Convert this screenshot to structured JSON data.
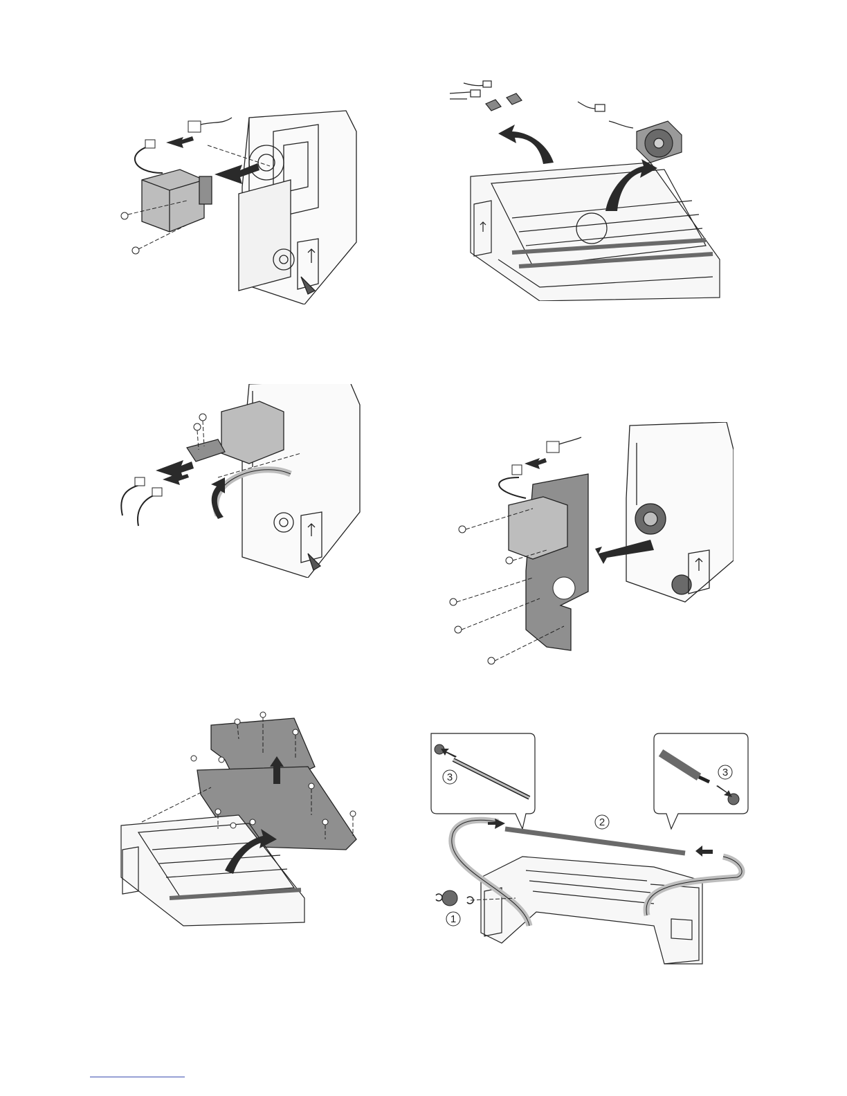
{
  "page": {
    "footer": ""
  },
  "figures": [
    {
      "id": "fig-1",
      "callouts": []
    },
    {
      "id": "fig-2",
      "callouts": []
    },
    {
      "id": "fig-3",
      "callouts": []
    },
    {
      "id": "fig-4",
      "callouts": []
    },
    {
      "id": "fig-5",
      "callouts": []
    },
    {
      "id": "fig-6",
      "callouts": [
        "1",
        "2",
        "3",
        "3"
      ]
    }
  ],
  "colors": {
    "line": "#222222",
    "part_gray": "#bdbdbd",
    "plate_gray": "#8f8f8f",
    "arrow": "#2a2a2a",
    "footer_rule": "#3a4db0"
  }
}
